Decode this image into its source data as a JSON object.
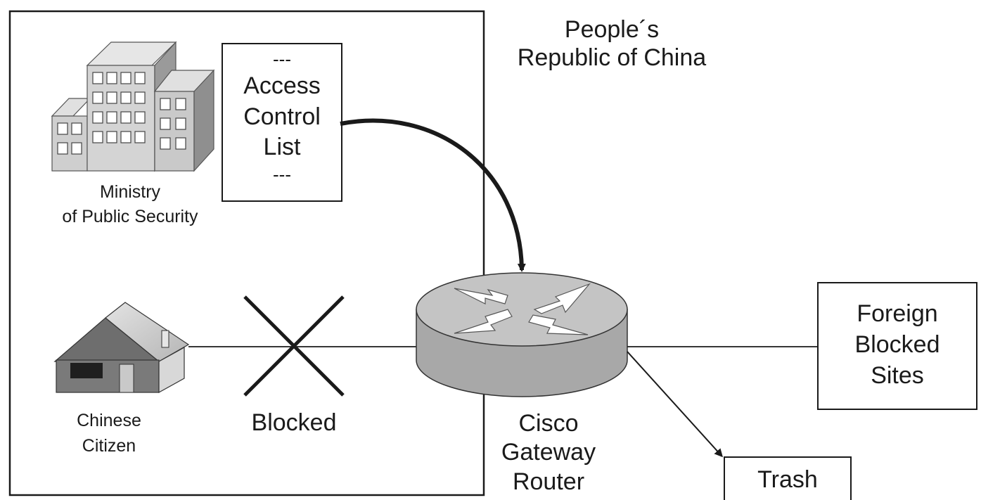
{
  "region_label": [
    "People´s",
    "Republic of China"
  ],
  "ministry_label": [
    "Ministry",
    "of Public Security"
  ],
  "acl_lines": [
    "---",
    "Access",
    "Control",
    "List",
    "---"
  ],
  "citizen_label": [
    "Chinese",
    "Citizen"
  ],
  "blocked_label": "Blocked",
  "router_label": [
    "Cisco",
    "Gateway",
    "Router"
  ],
  "foreign_label": [
    "Foreign",
    "Blocked",
    "Sites"
  ],
  "trash_label": "Trash",
  "colors": {
    "stroke": "#1a1a1a",
    "building_light": "#d9d9d9",
    "building_mid": "#bdbdbd",
    "building_dark": "#8c8c8c",
    "router_top": "#c7c7c7",
    "router_side": "#a3a3a3"
  }
}
